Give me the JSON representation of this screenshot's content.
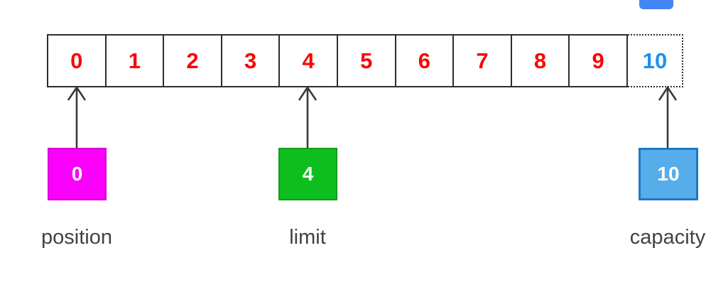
{
  "colors": {
    "background": "#ffffff",
    "cell_border": "#2d2d2d",
    "cell_number_red": "#fb0303",
    "cell_number_blue": "#1e8ff0",
    "arrow": "#3a3a3a",
    "label_text": "#3f4247",
    "top_chip_blue": "#4285f4"
  },
  "buffer_diagram": {
    "cells": [
      {
        "value": "0",
        "border": "solid",
        "number_color": "red"
      },
      {
        "value": "1",
        "border": "solid",
        "number_color": "red"
      },
      {
        "value": "2",
        "border": "solid",
        "number_color": "red"
      },
      {
        "value": "3",
        "border": "solid",
        "number_color": "red"
      },
      {
        "value": "4",
        "border": "solid",
        "number_color": "red"
      },
      {
        "value": "5",
        "border": "solid",
        "number_color": "red"
      },
      {
        "value": "6",
        "border": "solid",
        "number_color": "red"
      },
      {
        "value": "7",
        "border": "solid",
        "number_color": "red"
      },
      {
        "value": "8",
        "border": "solid",
        "number_color": "red"
      },
      {
        "value": "9",
        "border": "solid",
        "number_color": "red"
      },
      {
        "value": "10",
        "border": "dotted",
        "number_color": "blue"
      }
    ],
    "pointers": [
      {
        "label": "position",
        "value": "0",
        "cell_index": 0,
        "box_fill": "#fa00fa",
        "box_border": "#d900d9"
      },
      {
        "label": "limit",
        "value": "4",
        "cell_index": 4,
        "box_fill": "#0ebe1f",
        "box_border": "#0a9e19"
      },
      {
        "label": "capacity",
        "value": "10",
        "cell_index": 10,
        "box_fill": "#57ade9",
        "box_border": "#1c78c6"
      }
    ]
  }
}
